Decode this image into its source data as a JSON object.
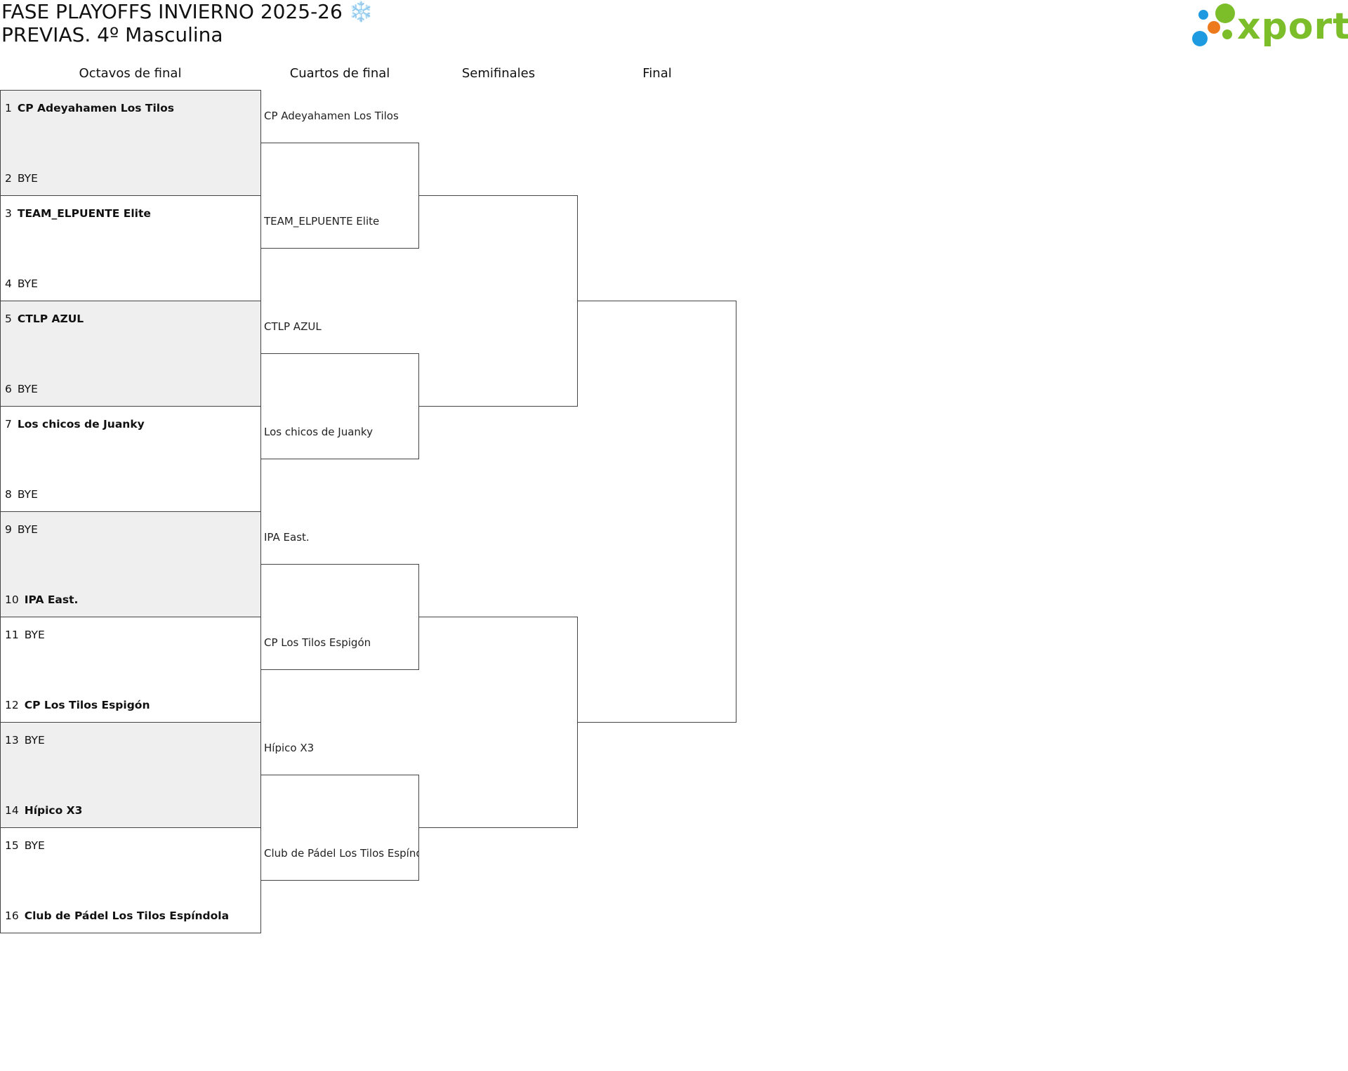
{
  "header": {
    "title_line1": "FASE PLAYOFFS INVIERNO 2025-26 ❄️",
    "title_line2": "PREVIAS. 4º Masculina"
  },
  "logo": {
    "word": "xporty",
    "colors": {
      "green": "#7cbd2a",
      "blue": "#1e9be0",
      "orange": "#ee7a1e"
    }
  },
  "rounds": [
    "Octavos de final",
    "Cuartos de final",
    "Semifinales",
    "Final"
  ],
  "round_of_16": [
    {
      "top": {
        "seed": "1",
        "team": "CP Adeyahamen Los Tilos"
      },
      "bottom": {
        "seed": "2",
        "team": "BYE"
      }
    },
    {
      "top": {
        "seed": "3",
        "team": "TEAM_ELPUENTE Elite"
      },
      "bottom": {
        "seed": "4",
        "team": "BYE"
      }
    },
    {
      "top": {
        "seed": "5",
        "team": "CTLP AZUL"
      },
      "bottom": {
        "seed": "6",
        "team": "BYE"
      }
    },
    {
      "top": {
        "seed": "7",
        "team": "Los chicos de Juanky"
      },
      "bottom": {
        "seed": "8",
        "team": "BYE"
      }
    },
    {
      "top": {
        "seed": "9",
        "team": "BYE"
      },
      "bottom": {
        "seed": "10",
        "team": "IPA East."
      }
    },
    {
      "top": {
        "seed": "11",
        "team": "BYE"
      },
      "bottom": {
        "seed": "12",
        "team": "CP Los Tilos Espigón"
      }
    },
    {
      "top": {
        "seed": "13",
        "team": "BYE"
      },
      "bottom": {
        "seed": "14",
        "team": "Hípico X3"
      }
    },
    {
      "top": {
        "seed": "15",
        "team": "BYE"
      },
      "bottom": {
        "seed": "16",
        "team": "Club de Pádel Los Tilos Espíndola"
      }
    }
  ],
  "quarterfinals": [
    "CP Adeyahamen Los Tilos",
    "TEAM_ELPUENTE Elite",
    "CTLP AZUL",
    "Los chicos de Juanky",
    "IPA East.",
    "CP Los Tilos Espigón",
    "Hípico X3",
    "Club de Pádel Los Tilos Espíndola"
  ]
}
